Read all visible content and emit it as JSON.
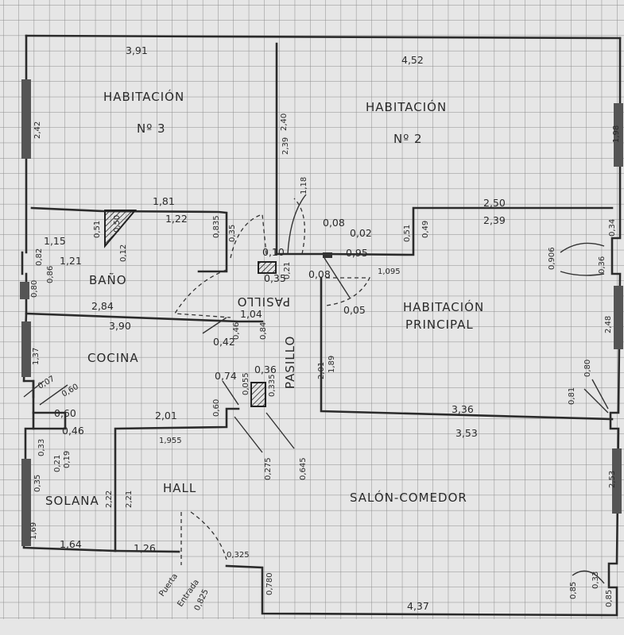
{
  "colors": {
    "paper": "#e6e6e6",
    "grid": "#8c8c8c",
    "ink": "#2b2b2b"
  },
  "rooms": {
    "hab3": [
      "HABITACIÓN",
      "Nº 3"
    ],
    "hab2": [
      "HABITACIÓN",
      "Nº 2"
    ],
    "bano": "BAÑO",
    "cocina": "COCINA",
    "pasillo_a": "PASILLO",
    "pasillo_b": "PASILLO",
    "principal": [
      "HABITACIÓN",
      "PRINCIPAL"
    ],
    "solana": "SOLANA",
    "hall": "HALL",
    "salon": "SALÓN-COMEDOR",
    "entrada": [
      "Puerta",
      "Entrada",
      "0,825"
    ]
  },
  "dims": [
    "3,91",
    "4,52",
    "2,42",
    "2,40",
    "2,39",
    "1,98",
    "1,81",
    "1,22",
    "0,51",
    "0,50",
    "0,12",
    "0,835",
    "0,35",
    "1,15",
    "1,21",
    "0,82",
    "0,86",
    "0,80",
    "2,84",
    "3,90",
    "1,37",
    "0,10",
    "0,35",
    "0,21",
    "1,18",
    "0,08",
    "0,02",
    "0,95",
    "0,51",
    "0,49",
    "1,095",
    "0,08",
    "0,05",
    "2,50",
    "2,39",
    "0,34",
    "0,906",
    "0,36",
    "2,48",
    "1,04",
    "0,42",
    "0,46",
    "0,84",
    "2,01",
    "1,89",
    "0,74",
    "0,36",
    "0,055",
    "0,335",
    "0,60",
    "2,01",
    "1,955",
    "0,275",
    "0,645",
    "3,36",
    "3,53",
    "0,80",
    "0,81",
    "2,53",
    "4,37",
    "0,85",
    "0,33",
    "0,85",
    "0,07",
    "0,60",
    "0,60",
    "0,46",
    "0,33",
    "0,21",
    "0,19",
    "0,35",
    "1,69",
    "1,64",
    "2,22",
    "2,21",
    "1,26",
    "0,325",
    "0,780"
  ]
}
